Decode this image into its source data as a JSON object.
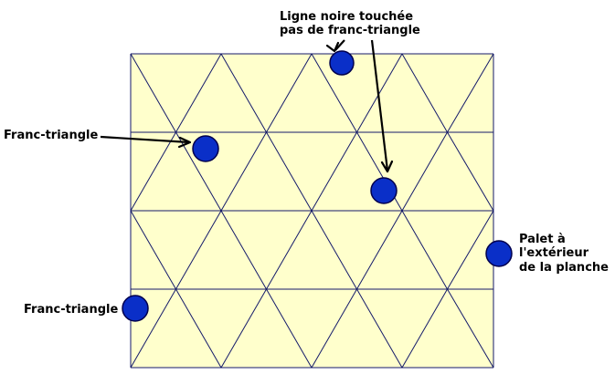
{
  "board": {
    "fill_color": "#ffffcc",
    "line_color": "#141a6a"
  },
  "puck_color": "#0a2fc8",
  "annotations": {
    "touched_line": [
      "Ligne noire touchée",
      "pas de franc-triangle"
    ],
    "franc_triangle_upper": "Franc-triangle",
    "franc_triangle_lower": "Franc-triangle",
    "outside_board": [
      "Palet à",
      "l'extérieur",
      "de la planche"
    ]
  }
}
